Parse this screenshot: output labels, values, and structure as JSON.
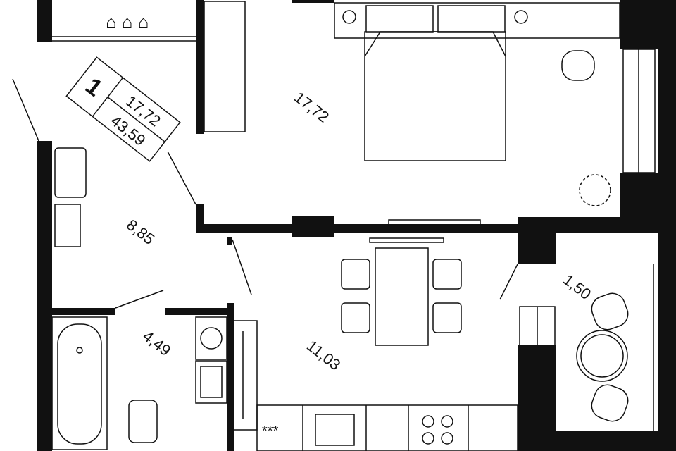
{
  "apartment": {
    "rooms_count": "1",
    "living_area": "17,72",
    "total_area": "43,59"
  },
  "rooms": {
    "bedroom": "17,72",
    "hallway": "8,85",
    "bathroom": "4,49",
    "kitchen": "11,03",
    "balcony": "1,50"
  },
  "colors": {
    "wall": "#111111",
    "background": "#ffffff"
  }
}
